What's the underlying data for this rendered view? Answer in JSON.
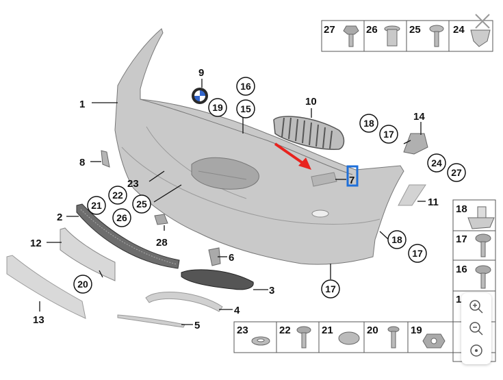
{
  "diagram": {
    "callouts_plain": [
      {
        "id": "p1",
        "label": "1"
      },
      {
        "id": "p2",
        "label": "2"
      },
      {
        "id": "p3",
        "label": "3"
      },
      {
        "id": "p4",
        "label": "4"
      },
      {
        "id": "p5",
        "label": "5"
      },
      {
        "id": "p6",
        "label": "6"
      },
      {
        "id": "p7",
        "label": "7"
      },
      {
        "id": "p8",
        "label": "8"
      },
      {
        "id": "p9",
        "label": "9"
      },
      {
        "id": "p10",
        "label": "10"
      },
      {
        "id": "p11",
        "label": "11"
      },
      {
        "id": "p12",
        "label": "12"
      },
      {
        "id": "p13",
        "label": "13"
      },
      {
        "id": "p14",
        "label": "14"
      },
      {
        "id": "p23",
        "label": "23"
      },
      {
        "id": "p28",
        "label": "28"
      }
    ],
    "callouts_circled": [
      {
        "id": "c15",
        "label": "15"
      },
      {
        "id": "c16",
        "label": "16"
      },
      {
        "id": "c17a",
        "label": "17"
      },
      {
        "id": "c17b",
        "label": "17"
      },
      {
        "id": "c17c",
        "label": "17"
      },
      {
        "id": "c18a",
        "label": "18"
      },
      {
        "id": "c18b",
        "label": "18"
      },
      {
        "id": "c19",
        "label": "19"
      },
      {
        "id": "c20",
        "label": "20"
      },
      {
        "id": "c21",
        "label": "21"
      },
      {
        "id": "c22",
        "label": "22"
      },
      {
        "id": "c24",
        "label": "24"
      },
      {
        "id": "c25",
        "label": "25"
      },
      {
        "id": "c26",
        "label": "26"
      },
      {
        "id": "c27",
        "label": "27"
      }
    ],
    "highlighted_part": "7",
    "colors": {
      "highlight": "#1e6fd9",
      "arrow": "#e8231e",
      "part_fill": "#c9c9c9"
    }
  },
  "top_fasteners": [
    {
      "label": "27",
      "icon": "hex-flange-screw-icon"
    },
    {
      "label": "26",
      "icon": "expansion-nut-icon"
    },
    {
      "label": "25",
      "icon": "torx-screw-icon"
    },
    {
      "label": "24",
      "icon": "spring-clip-icon"
    }
  ],
  "right_fasteners": [
    {
      "label": "18",
      "icon": "sheet-clip-icon"
    },
    {
      "label": "17",
      "icon": "torx-screw-icon"
    },
    {
      "label": "16",
      "icon": "hex-screw-icon"
    },
    {
      "label": "1",
      "icon": "clip-icon"
    }
  ],
  "bottom_fasteners": [
    {
      "label": "23",
      "icon": "washer-icon"
    },
    {
      "label": "22",
      "icon": "torx-screw-icon"
    },
    {
      "label": "21",
      "icon": "cap-icon"
    },
    {
      "label": "20",
      "icon": "rivet-icon"
    },
    {
      "label": "19",
      "icon": "hex-nut-icon"
    }
  ],
  "controls": {
    "zoom_in": "zoom-in-icon",
    "zoom_out": "zoom-out-icon",
    "reset": "target-icon",
    "close": "close-icon"
  }
}
